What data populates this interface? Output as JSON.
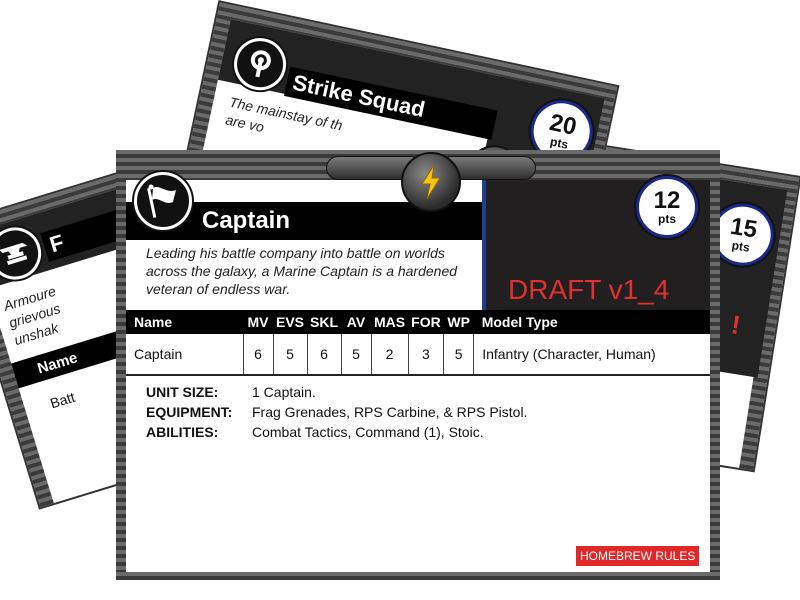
{
  "colors": {
    "accent_red": "#e03030",
    "points_ring": "#1a2a8a",
    "divider_blue": "#1f3f8f",
    "bolt_yellow": "#f5c318"
  },
  "back_left_card": {
    "icon": "anvil-icon",
    "title_fragment": "F",
    "desc_lines": [
      "Armoure",
      "grievous",
      "unshak"
    ],
    "name_header": "Name",
    "name_value": "Batt"
  },
  "back_top_card": {
    "icon": "pawn-icon",
    "title": "Strike Squad",
    "points": "20",
    "points_label": "pts",
    "desc_lines": [
      "The mainstay of th",
      "are vo"
    ]
  },
  "back_right_card": {
    "points": "15",
    "points_label": "pts",
    "red_fragment": "!"
  },
  "front_card": {
    "icon": "flag-icon",
    "title": "Captain",
    "points": "12",
    "points_label": "pts",
    "description": "Leading his battle company into battle on worlds across the galaxy, a Marine Captain is a hardened veteran of endless war.",
    "draft_label": "DRAFT v1_4",
    "table": {
      "headers": [
        "Name",
        "MV",
        "EVS",
        "SKL",
        "AV",
        "MAS",
        "FOR",
        "WP",
        "Model Type"
      ],
      "rows": [
        [
          "Captain",
          "6",
          "5",
          "6",
          "5",
          "2",
          "3",
          "5",
          "Infantry (Character, Human)"
        ]
      ]
    },
    "unit_size_label": "UNIT SIZE:",
    "unit_size": "1 Captain.",
    "equipment_label": "EQUIPMENT:",
    "equipment": "Frag Grenades, RPS Carbine, & RPS Pistol.",
    "abilities_label": "ABILITIES:",
    "abilities": "Combat Tactics, Command (1), Stoic.",
    "homebrew_label": "HOMEBREW RULES"
  }
}
